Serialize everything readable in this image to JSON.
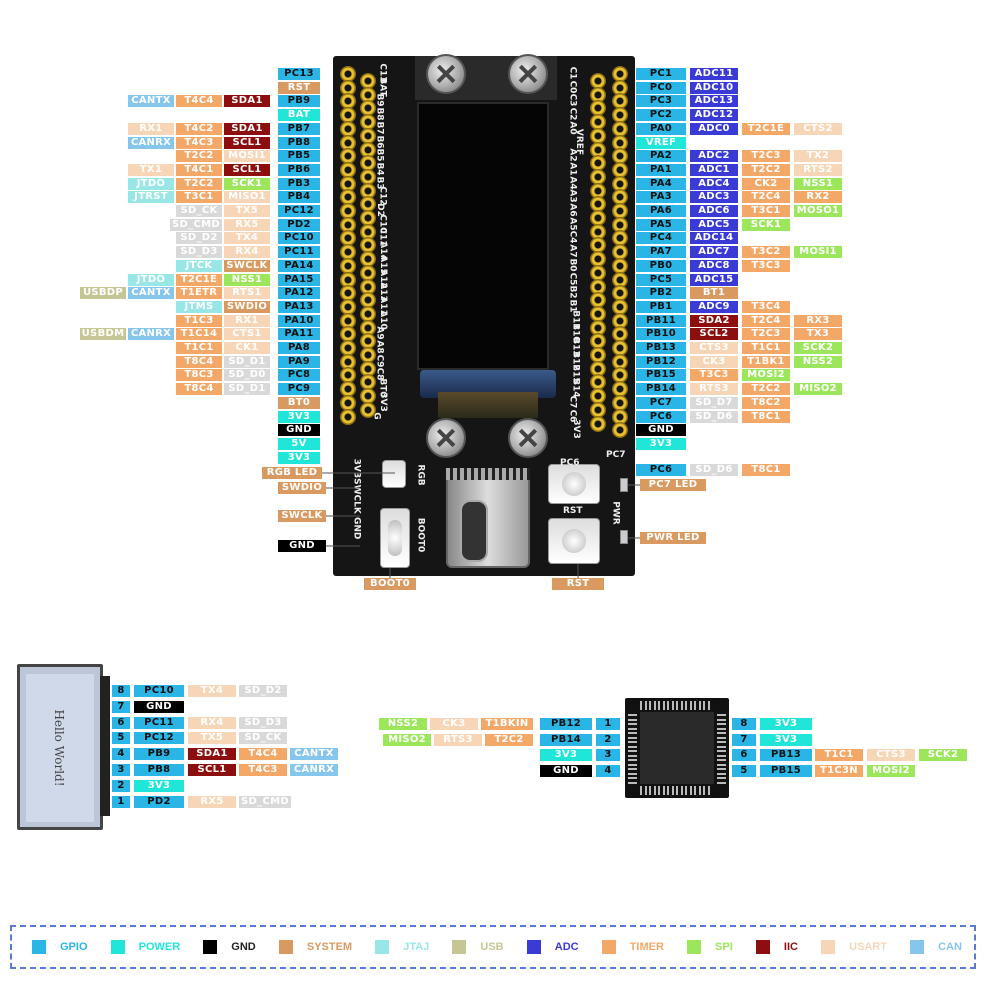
{
  "legend": [
    {
      "key": "gpio",
      "label": "GPIO",
      "color": "#29b6e6"
    },
    {
      "key": "power",
      "label": "POWER",
      "color": "#1fe6d8"
    },
    {
      "key": "gnd",
      "label": "GND",
      "color": "#000000"
    },
    {
      "key": "system",
      "label": "SYSTEM",
      "color": "#d99a62"
    },
    {
      "key": "jtag",
      "label": "JTAJ",
      "color": "#99e6e6"
    },
    {
      "key": "usb",
      "label": "USB",
      "color": "#c6c694"
    },
    {
      "key": "adc",
      "label": "ADC",
      "color": "#3a3ad6"
    },
    {
      "key": "timer",
      "label": "TIMER",
      "color": "#f4a868"
    },
    {
      "key": "spi",
      "label": "SPI",
      "color": "#9ce65c"
    },
    {
      "key": "iic",
      "label": "IIC",
      "color": "#8c0e0e"
    },
    {
      "key": "usart",
      "label": "USART",
      "color": "#f7d6b8"
    },
    {
      "key": "can",
      "label": "CAN",
      "color": "#86c6ec"
    }
  ],
  "left_header": [
    {
      "pin": "PC13",
      "silk": "C13",
      "top": "RST",
      "funcs": []
    },
    {
      "pin": "RST",
      "silk": "BAT",
      "type": "system",
      "funcs": []
    },
    {
      "pin": "PB9",
      "silk": "B9",
      "funcs": [
        [
          "SDA1",
          "iic"
        ],
        [
          "T4C4",
          "timer"
        ],
        [
          "CANTX",
          "can"
        ]
      ]
    },
    {
      "pin": "BAT",
      "silk": "B8",
      "type": "power",
      "funcs": []
    },
    {
      "pin": "PB7",
      "silk": "B7",
      "funcs": [
        [
          "SDA1",
          "iic"
        ],
        [
          "T4C2",
          "timer"
        ],
        [
          "RX1",
          "usart"
        ]
      ]
    },
    {
      "pin": "PB8",
      "silk": "B6",
      "funcs": [
        [
          "SCL1",
          "iic"
        ],
        [
          "T4C3",
          "timer"
        ],
        [
          "CANRX",
          "can"
        ]
      ]
    },
    {
      "pin": "PB5",
      "silk": "B5",
      "funcs": [
        [
          "MOSI1",
          "usart"
        ],
        [
          "T2C2",
          "timer"
        ]
      ]
    },
    {
      "pin": "PB6",
      "silk": "B4",
      "funcs": [
        [
          "SCL1",
          "iic"
        ],
        [
          "T4C1",
          "timer"
        ],
        [
          "TX1",
          "usart"
        ]
      ]
    },
    {
      "pin": "PB3",
      "silk": "B3",
      "funcs": [
        [
          "SCK1",
          "spi"
        ],
        [
          "T2C2",
          "timer"
        ],
        [
          "JTDO",
          "jtag"
        ]
      ]
    },
    {
      "pin": "PB4",
      "silk": "C12",
      "funcs": [
        [
          "MISO1",
          "usart"
        ],
        [
          "T3C1",
          "timer"
        ],
        [
          "JTRST",
          "jtag"
        ]
      ]
    },
    {
      "pin": "PC12",
      "silk": "D2",
      "funcs": [
        [
          "TX5",
          "usart"
        ],
        [
          "SD_CK",
          "sdio"
        ]
      ]
    },
    {
      "pin": "PD2",
      "silk": "C10",
      "funcs": [
        [
          "RX5",
          "usart"
        ],
        [
          "SD_CMD",
          "sdio"
        ]
      ]
    },
    {
      "pin": "PC10",
      "silk": "C11",
      "funcs": [
        [
          "TX4",
          "usart"
        ],
        [
          "SD_D2",
          "sdio"
        ]
      ]
    },
    {
      "pin": "PC11",
      "silk": "A14",
      "funcs": [
        [
          "RX4",
          "usart"
        ],
        [
          "SD_D3",
          "sdio"
        ]
      ]
    },
    {
      "pin": "PA14",
      "silk": "A15",
      "funcs": [
        [
          "SWCLK",
          "system"
        ],
        [
          "JTCK",
          "jtag"
        ]
      ]
    },
    {
      "pin": "PA15",
      "silk": "A12",
      "funcs": [
        [
          "NSS1",
          "spi"
        ],
        [
          "T2C1E",
          "timer"
        ],
        [
          "JTDO",
          "jtag"
        ]
      ]
    },
    {
      "pin": "PA12",
      "silk": "A13",
      "funcs": [
        [
          "RTS1",
          "usart"
        ],
        [
          "T1ETR",
          "timer"
        ],
        [
          "CANTX",
          "can"
        ],
        [
          "USBDP",
          "usb"
        ]
      ]
    },
    {
      "pin": "PA13",
      "silk": "A11",
      "funcs": [
        [
          "SWDIO",
          "system"
        ],
        [
          "JTMS",
          "jtag"
        ]
      ]
    },
    {
      "pin": "PA10",
      "silk": "A10",
      "funcs": [
        [
          "RX1",
          "usart"
        ],
        [
          "T1C3",
          "timer"
        ]
      ]
    },
    {
      "pin": "PA11",
      "silk": "A9",
      "funcs": [
        [
          "CTS1",
          "usart"
        ],
        [
          "T1C14",
          "timer"
        ],
        [
          "CANRX",
          "can"
        ],
        [
          "USBDM",
          "usb"
        ]
      ]
    },
    {
      "pin": "PA8",
      "silk": "A8",
      "funcs": [
        [
          "CK1",
          "usart"
        ],
        [
          "T1C1",
          "timer"
        ]
      ]
    },
    {
      "pin": "PA9",
      "silk": "C9",
      "funcs": [
        [
          "SD_D1",
          "sdio"
        ],
        [
          "T8C4",
          "timer"
        ]
      ]
    },
    {
      "pin": "PC8",
      "silk": "C8",
      "funcs": [
        [
          "SD_D0",
          "sdio"
        ],
        [
          "T8C3",
          "timer"
        ]
      ]
    },
    {
      "pin": "PC9",
      "silk": "BT0",
      "funcs": [
        [
          "SD_D1",
          "sdio"
        ],
        [
          "T8C4",
          "timer"
        ]
      ]
    },
    {
      "pin": "BT0",
      "silk": "3V3",
      "type": "system",
      "funcs": []
    },
    {
      "pin": "3V3",
      "silk": "G",
      "type": "power",
      "funcs": []
    },
    {
      "pin": "GND",
      "silk": "5V",
      "type": "gnd",
      "funcs": []
    },
    {
      "pin": "5V",
      "silk": "",
      "type": "power",
      "funcs": []
    },
    {
      "pin": "3V3",
      "silk": "",
      "type": "power",
      "funcs": []
    }
  ],
  "right_header": [
    {
      "pin": "PC1",
      "silk": "C1",
      "funcs": [
        [
          "ADC11",
          "adc"
        ]
      ]
    },
    {
      "pin": "PC0",
      "silk": "C0",
      "funcs": [
        [
          "ADC10",
          "adc"
        ]
      ]
    },
    {
      "pin": "PC3",
      "silk": "C3",
      "funcs": [
        [
          "ADC13",
          "adc"
        ]
      ]
    },
    {
      "pin": "PC2",
      "silk": "C2",
      "funcs": [
        [
          "ADC12",
          "adc"
        ]
      ]
    },
    {
      "pin": "PA0",
      "silk": "A0",
      "funcs": [
        [
          "ADC0",
          "adc"
        ],
        [
          "T2C1E",
          "timer"
        ],
        [
          "CTS2",
          "usart"
        ]
      ]
    },
    {
      "pin": "VREF",
      "silk": "VREF",
      "type": "power",
      "funcs": []
    },
    {
      "pin": "PA2",
      "silk": "A2",
      "funcs": [
        [
          "ADC2",
          "adc"
        ],
        [
          "T2C3",
          "timer"
        ],
        [
          "TX2",
          "usart"
        ]
      ]
    },
    {
      "pin": "PA1",
      "silk": "A1",
      "funcs": [
        [
          "ADC1",
          "adc"
        ],
        [
          "T2C2",
          "timer"
        ],
        [
          "RTS2",
          "usart"
        ]
      ]
    },
    {
      "pin": "PA4",
      "silk": "A4",
      "funcs": [
        [
          "ADC4",
          "adc"
        ],
        [
          "CK2",
          "timer"
        ],
        [
          "NSS1",
          "spi"
        ]
      ]
    },
    {
      "pin": "PA3",
      "silk": "A3",
      "funcs": [
        [
          "ADC3",
          "adc"
        ],
        [
          "T2C4",
          "timer"
        ],
        [
          "RX2",
          "timer"
        ]
      ]
    },
    {
      "pin": "PA6",
      "silk": "A6",
      "funcs": [
        [
          "ADC6",
          "adc"
        ],
        [
          "T3C1",
          "timer"
        ],
        [
          "MOSO1",
          "spi"
        ]
      ]
    },
    {
      "pin": "PA5",
      "silk": "A5",
      "funcs": [
        [
          "ADC5",
          "adc"
        ],
        [
          "SCK1",
          "spi"
        ]
      ]
    },
    {
      "pin": "PC4",
      "silk": "C4",
      "funcs": [
        [
          "ADC14",
          "adc"
        ]
      ]
    },
    {
      "pin": "PA7",
      "silk": "A7",
      "funcs": [
        [
          "ADC7",
          "adc"
        ],
        [
          "T3C2",
          "timer"
        ],
        [
          "MOSI1",
          "spi"
        ]
      ]
    },
    {
      "pin": "PB0",
      "silk": "B0",
      "funcs": [
        [
          "ADC8",
          "adc"
        ],
        [
          "T3C3",
          "timer"
        ]
      ]
    },
    {
      "pin": "PC5",
      "silk": "C5",
      "funcs": [
        [
          "ADC15",
          "adc"
        ]
      ]
    },
    {
      "pin": "PB2",
      "silk": "B2",
      "funcs": [
        [
          "BT1",
          "system"
        ]
      ]
    },
    {
      "pin": "PB1",
      "silk": "B1",
      "funcs": [
        [
          "ADC9",
          "adc"
        ],
        [
          "T3C4",
          "timer"
        ]
      ]
    },
    {
      "pin": "PB11",
      "silk": "B11",
      "funcs": [
        [
          "SDA2",
          "iic"
        ],
        [
          "T2C4",
          "timer"
        ],
        [
          "RX3",
          "timer"
        ]
      ]
    },
    {
      "pin": "PB10",
      "silk": "B10",
      "funcs": [
        [
          "SCL2",
          "iic"
        ],
        [
          "T2C3",
          "timer"
        ],
        [
          "TX3",
          "timer"
        ]
      ]
    },
    {
      "pin": "PB13",
      "silk": "B13",
      "funcs": [
        [
          "CTS3",
          "usart"
        ],
        [
          "T1C1",
          "timer"
        ],
        [
          "SCK2",
          "spi"
        ]
      ]
    },
    {
      "pin": "PB12",
      "silk": "B12",
      "funcs": [
        [
          "CK3",
          "usart"
        ],
        [
          "T1BK1",
          "timer"
        ],
        [
          "NSS2",
          "spi"
        ]
      ]
    },
    {
      "pin": "PB15",
      "silk": "B15",
      "funcs": [
        [
          "T3C3",
          "timer"
        ],
        [
          "MOSI2",
          "spi"
        ]
      ]
    },
    {
      "pin": "PB14",
      "silk": "B14",
      "funcs": [
        [
          "RTS3",
          "usart"
        ],
        [
          "T2C2",
          "timer"
        ],
        [
          "MISO2",
          "spi"
        ]
      ]
    },
    {
      "pin": "PC7",
      "silk": "C7",
      "funcs": [
        [
          "SD_D7",
          "sdio"
        ],
        [
          "T8C2",
          "timer"
        ]
      ]
    },
    {
      "pin": "PC6",
      "silk": "C6",
      "funcs": [
        [
          "SD_D6",
          "sdio"
        ],
        [
          "T8C1",
          "timer"
        ]
      ]
    },
    {
      "pin": "GND",
      "silk": "3V3",
      "type": "gnd",
      "funcs": []
    },
    {
      "pin": "3V3",
      "silk": "G",
      "type": "power",
      "funcs": []
    },
    {
      "pin": "PC6",
      "silk": "",
      "funcs": [
        [
          "SD_D6",
          "sdio"
        ],
        [
          "T8C1",
          "timer"
        ]
      ]
    }
  ],
  "board_labels": {
    "rgb_led": "RGB LED",
    "swdio": "SWDIO",
    "swclk": "SWCLK",
    "gnd": "GND",
    "boot0": "BOOT0",
    "rst": "RST",
    "pc7_led": "PC7 LED",
    "pwr_led": "PWR LED",
    "silk_rgb": "RGB",
    "silk_boot0": "BOOT0",
    "silk_rst": "RST",
    "silk_pwr": "PWR",
    "silk_pc6": "PC6",
    "silk_pc7": "PC7",
    "silk_bottom_left": "3V3SWCLK GND"
  },
  "lcd": {
    "text": "Hello World!",
    "pins": [
      {
        "num": "8",
        "pin": "PC10",
        "funcs": [
          [
            "TX4",
            "usart"
          ],
          [
            "SD_D2",
            "sdio"
          ]
        ]
      },
      {
        "num": "7",
        "pin": "GND",
        "type": "gnd",
        "funcs": []
      },
      {
        "num": "6",
        "pin": "PC11",
        "funcs": [
          [
            "RX4",
            "usart"
          ],
          [
            "SD_D3",
            "sdio"
          ]
        ]
      },
      {
        "num": "5",
        "pin": "PC12",
        "funcs": [
          [
            "TX5",
            "usart"
          ],
          [
            "SD_CK",
            "sdio"
          ]
        ]
      },
      {
        "num": "4",
        "pin": "PB9",
        "funcs": [
          [
            "SDA1",
            "iic"
          ],
          [
            "T4C4",
            "timer"
          ],
          [
            "CANTX",
            "can"
          ]
        ]
      },
      {
        "num": "3",
        "pin": "PB8",
        "funcs": [
          [
            "SCL1",
            "iic"
          ],
          [
            "T4C3",
            "timer"
          ],
          [
            "CANRX",
            "can"
          ]
        ]
      },
      {
        "num": "2",
        "pin": "3V3",
        "type": "power",
        "funcs": []
      },
      {
        "num": "1",
        "pin": "PD2",
        "funcs": [
          [
            "RX5",
            "usart"
          ],
          [
            "SD_CMD",
            "sdio"
          ]
        ]
      }
    ]
  },
  "chip": {
    "left": [
      {
        "num": "1",
        "pin": "PB12",
        "funcs": [
          [
            "T1BKIN",
            "timer"
          ],
          [
            "CK3",
            "usart"
          ],
          [
            "NSS2",
            "spi"
          ]
        ]
      },
      {
        "num": "2",
        "pin": "PB14",
        "funcs": [
          [
            "T2C2",
            "timer"
          ],
          [
            "RTS3",
            "usart"
          ],
          [
            "MISO2",
            "spi"
          ]
        ]
      },
      {
        "num": "3",
        "pin": "3V3",
        "type": "power",
        "funcs": []
      },
      {
        "num": "4",
        "pin": "GND",
        "type": "gnd",
        "funcs": []
      }
    ],
    "right": [
      {
        "num": "8",
        "pin": "3V3",
        "type": "power",
        "funcs": []
      },
      {
        "num": "7",
        "pin": "3V3",
        "type": "power",
        "funcs": []
      },
      {
        "num": "6",
        "pin": "PB13",
        "funcs": [
          [
            "T1C1",
            "timer"
          ],
          [
            "CTS3",
            "usart"
          ],
          [
            "SCK2",
            "spi"
          ]
        ]
      },
      {
        "num": "5",
        "pin": "PB15",
        "funcs": [
          [
            "T1C3N",
            "timer"
          ],
          [
            "MOSI2",
            "spi"
          ]
        ]
      }
    ]
  }
}
